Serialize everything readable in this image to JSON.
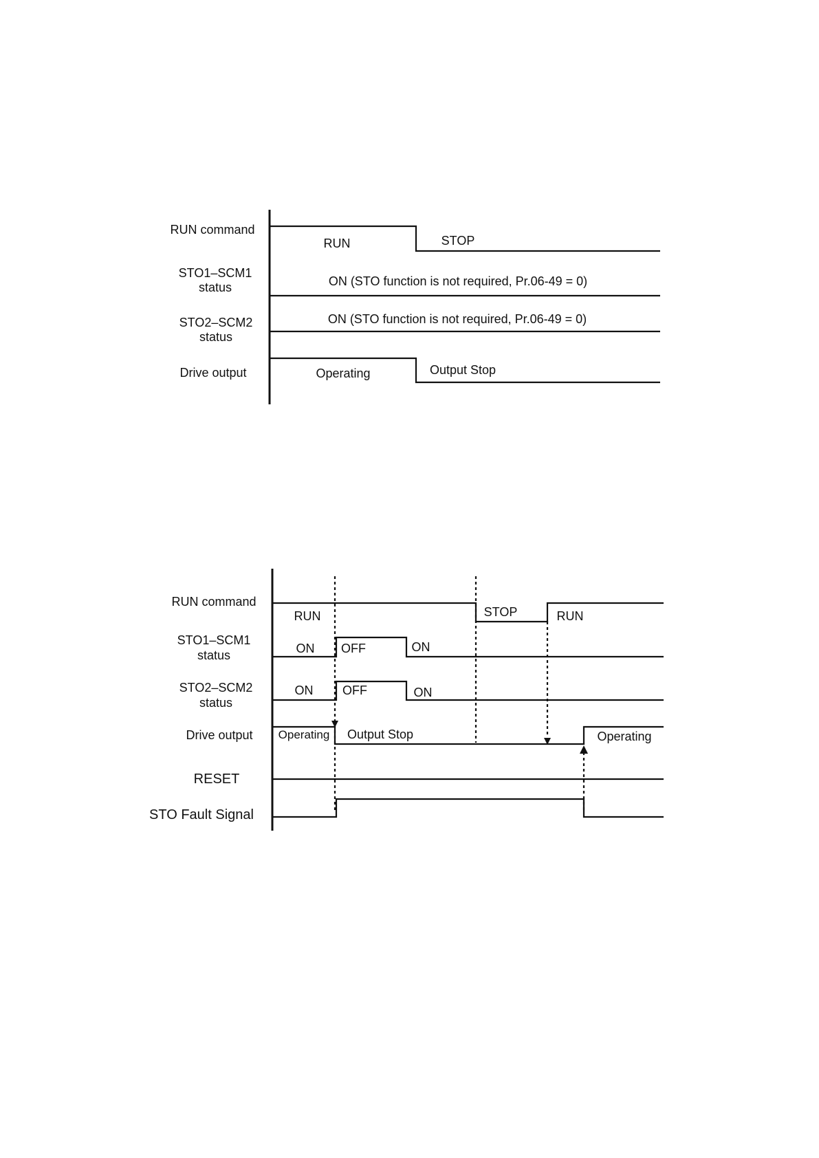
{
  "diagram1": {
    "row_labels": {
      "run_command": "RUN command",
      "sto1_line1": "STO1–SCM1",
      "sto1_line2": "status",
      "sto2_line1": "STO2–SCM2",
      "sto2_line2": "status",
      "drive_output": "Drive output"
    },
    "run_label": "RUN",
    "stop_label": "STOP",
    "sto1_text": "ON (STO function is not required, Pr.06-49 = 0)",
    "sto2_text": "ON (STO function is not required, Pr.06-49 = 0)",
    "operating_label": "Operating",
    "output_stop_label": "Output Stop"
  },
  "diagram2": {
    "row_labels": {
      "run_command": "RUN command",
      "sto1_line1": "STO1–SCM1",
      "sto1_line2": "status",
      "sto2_line1": "STO2–SCM2",
      "sto2_line2": "status",
      "drive_output": "Drive output",
      "reset": "RESET",
      "sto_fault": "STO Fault Signal"
    },
    "run_label_1": "RUN",
    "stop_label": "STOP",
    "run_label_2": "RUN",
    "sto1_on_1": "ON",
    "sto1_off": "OFF",
    "sto1_on_2": "ON",
    "sto2_on_1": "ON",
    "sto2_off": "OFF",
    "sto2_on_2": "ON",
    "operating_label_1": "Operating",
    "output_stop_label": "Output Stop",
    "operating_label_2": "Operating"
  }
}
